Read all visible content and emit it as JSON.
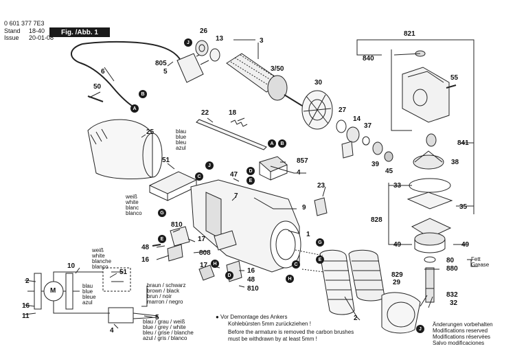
{
  "header": {
    "part_number": "0 601 377 7E3",
    "stand_label": "Stand",
    "stand_value": "18-40",
    "issue_label": "Issue",
    "issue_value": "20-01-08",
    "figure_label": "Fig. /Abb. 1"
  },
  "callouts": {
    "c26": "26",
    "c13": "13",
    "c3": "3",
    "c3_50": "3/50",
    "c805": "805",
    "c5a": "5",
    "c6": "6",
    "c50": "50",
    "c30": "30",
    "c27": "27",
    "c14": "14",
    "c37": "37",
    "c39": "39",
    "c45": "45",
    "c22": "22",
    "c18": "18",
    "c25": "25",
    "c51": "51",
    "c857": "857",
    "c4": "4",
    "c47": "47",
    "c7": "7",
    "c23": "23",
    "c9": "9",
    "c1": "1",
    "c810a": "810",
    "c17a": "17",
    "c48a": "48",
    "c16a": "16",
    "c808": "808",
    "c17b": "17",
    "c16b": "16",
    "c48b": "48",
    "c810b": "810",
    "c2a": "2",
    "c10": "10",
    "c51b": "51",
    "c2b": "2",
    "c16c": "16",
    "c11": "11",
    "c5b": "5",
    "c4b": "4",
    "c821": "821",
    "c840": "840",
    "c55": "55",
    "c841": "841",
    "c38": "38",
    "c33": "33",
    "c35": "35",
    "c828": "828",
    "c49a": "49",
    "c49b": "49",
    "c80": "80",
    "c880": "880",
    "c829": "829",
    "c29": "29",
    "c832": "832",
    "c32": "32"
  },
  "markers": {
    "A": "A",
    "B": "B",
    "C": "C",
    "D": "D",
    "E": "E",
    "G": "G",
    "H": "H",
    "J": "J"
  },
  "wire_labels": {
    "top_color": [
      "blau",
      "blue",
      "bleu",
      "azul"
    ],
    "white_color": [
      "weiß",
      "white",
      "blanc",
      "blanco"
    ],
    "left_white": [
      "weiß",
      "white",
      "blanche",
      "blanco"
    ],
    "left_blue": [
      "blau",
      "blue",
      "bleue",
      "azul"
    ],
    "brown_black": [
      "braun / schwarz",
      "brown / black",
      "brun / noir",
      "marron / negro"
    ],
    "blue_grey_white": [
      "blau / grau / weiß",
      "blue / grey / white",
      "bleu / grise / blanche",
      "azul / gris / blanco"
    ]
  },
  "grease_note": [
    "Fett",
    "Grease"
  ],
  "brush_note": {
    "line1": "● Vor Demontage des Ankers",
    "line2": "Kohlebürsten 5mm zurückziehen !",
    "line3": "Before the armature is removed the carbon brushes",
    "line4": "must be withdrawn by at least 5mm !"
  },
  "footer": [
    "Änderungen vorbehalten",
    "Modifications reserved",
    "Modifications réservées",
    "Salvo modificaciones"
  ]
}
